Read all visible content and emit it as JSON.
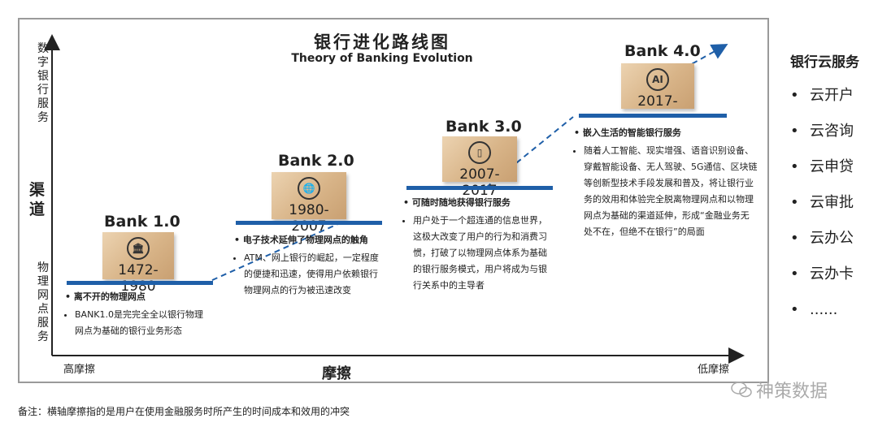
{
  "title": "银行进化路线图",
  "subtitle": "Theory of Banking Evolution",
  "y_axis": {
    "label": "渠道",
    "top_label": "数字银行服务",
    "bottom_label": "物理网点服务"
  },
  "x_axis": {
    "label": "摩擦",
    "left_label": "高摩擦",
    "right_label": "低摩擦"
  },
  "stages": [
    {
      "name": "Bank 1.0",
      "icon": "bank-building-icon",
      "icon_glyph": "🏛",
      "years": "1472-1980",
      "heading": "离不开的物理网点",
      "bullet": "BANK1.0是完完全全以银行物理网点为基础的银行业务形态"
    },
    {
      "name": "Bank 2.0",
      "icon": "globe-icon",
      "icon_glyph": "🌐",
      "years": "1980-2007",
      "heading": "电子技术延伸了物理网点的触角",
      "bullet": "ATM、网上银行的崛起，一定程度的便捷和迅速，使得用户依赖银行物理网点的行为被迅速改变"
    },
    {
      "name": "Bank 3.0",
      "icon": "mobile-phone-icon",
      "icon_glyph": "▯",
      "years": "2007-2017",
      "heading": "可随时随地获得银行服务",
      "bullet": "用户处于一个超连通的信息世界，这极大改变了用户的行为和消费习惯，打破了以物理网点体系为基础的银行服务模式，用户将成为与银行关系中的主导者"
    },
    {
      "name": "Bank 4.0",
      "icon": "ai-icon",
      "icon_glyph": "AI",
      "years": "2017-",
      "heading": "嵌入生活的智能银行服务",
      "bullet": "随着人工智能、现实增强、语音识别设备、穿戴智能设备、无人驾驶、5G通信、区块链等创新型技术手段发展和普及，将让银行业务的效用和体验完全脱离物理网点和以物理网点为基础的渠道延伸，形成“金融业务无处不在，但绝不在银行”的局面"
    }
  ],
  "sidebar": {
    "title": "银行云服务",
    "bullet": "•",
    "items": [
      "云开户",
      "云咨询",
      "云申贷",
      "云审批",
      "云办公",
      "云办卡",
      "......"
    ]
  },
  "note": "备注：横轴摩擦指的是用户在使用金融服务时所产生的时间成本和效用的冲突",
  "watermark": "神策数据",
  "colors": {
    "bar": "#1f5fa8",
    "trend_line": "#1f5fa8",
    "card_gold": "#d8b488",
    "axis": "#222222",
    "frame": "#9a9a9a"
  }
}
